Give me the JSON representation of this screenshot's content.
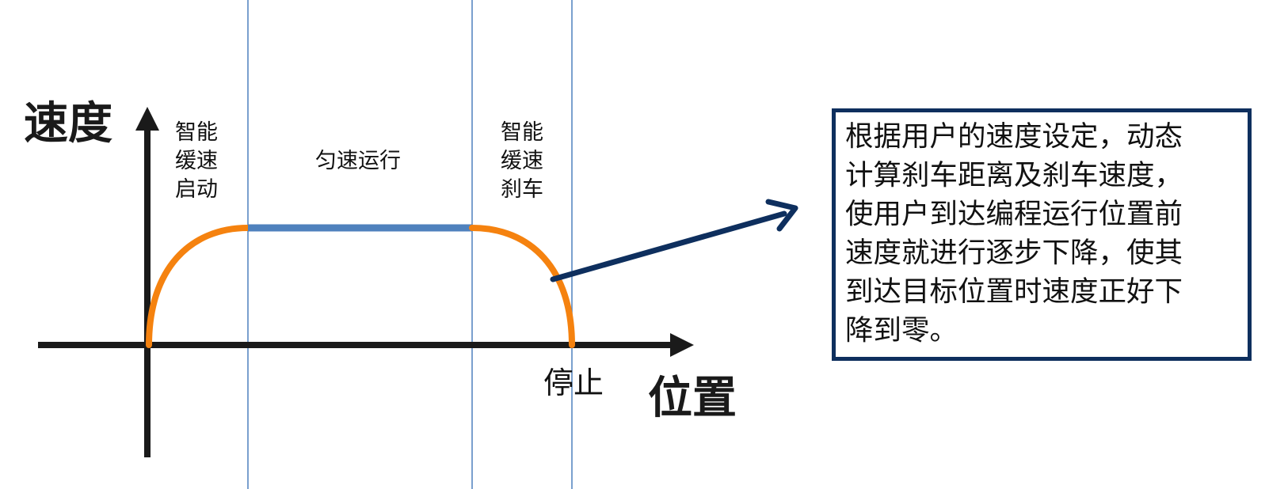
{
  "axes": {
    "y_title": "速度",
    "x_title": "位置"
  },
  "phases": {
    "accel_lines": [
      "智能",
      "缓速",
      "启动"
    ],
    "cruise": "匀速运行",
    "brake_lines": [
      "智能",
      "缓速",
      "刹车"
    ],
    "stop": "停止"
  },
  "note": {
    "lines": [
      "根据用户的速度设定，动态",
      "计算刹车距离及刹车速度，",
      "使用户到达编程运行位置前",
      "速度就进行逐步下降，使其",
      "到达目标位置时速度正好下",
      "降到零。"
    ]
  },
  "colors": {
    "axis": "#1a1a1a",
    "accel_curve": "#f5820f",
    "cruise_line": "#4f81bd",
    "brake_curve": "#f5820f",
    "divider": "#4f81bd",
    "callout_arrow": "#0e2f5e",
    "note_border": "#0e2f5e"
  }
}
